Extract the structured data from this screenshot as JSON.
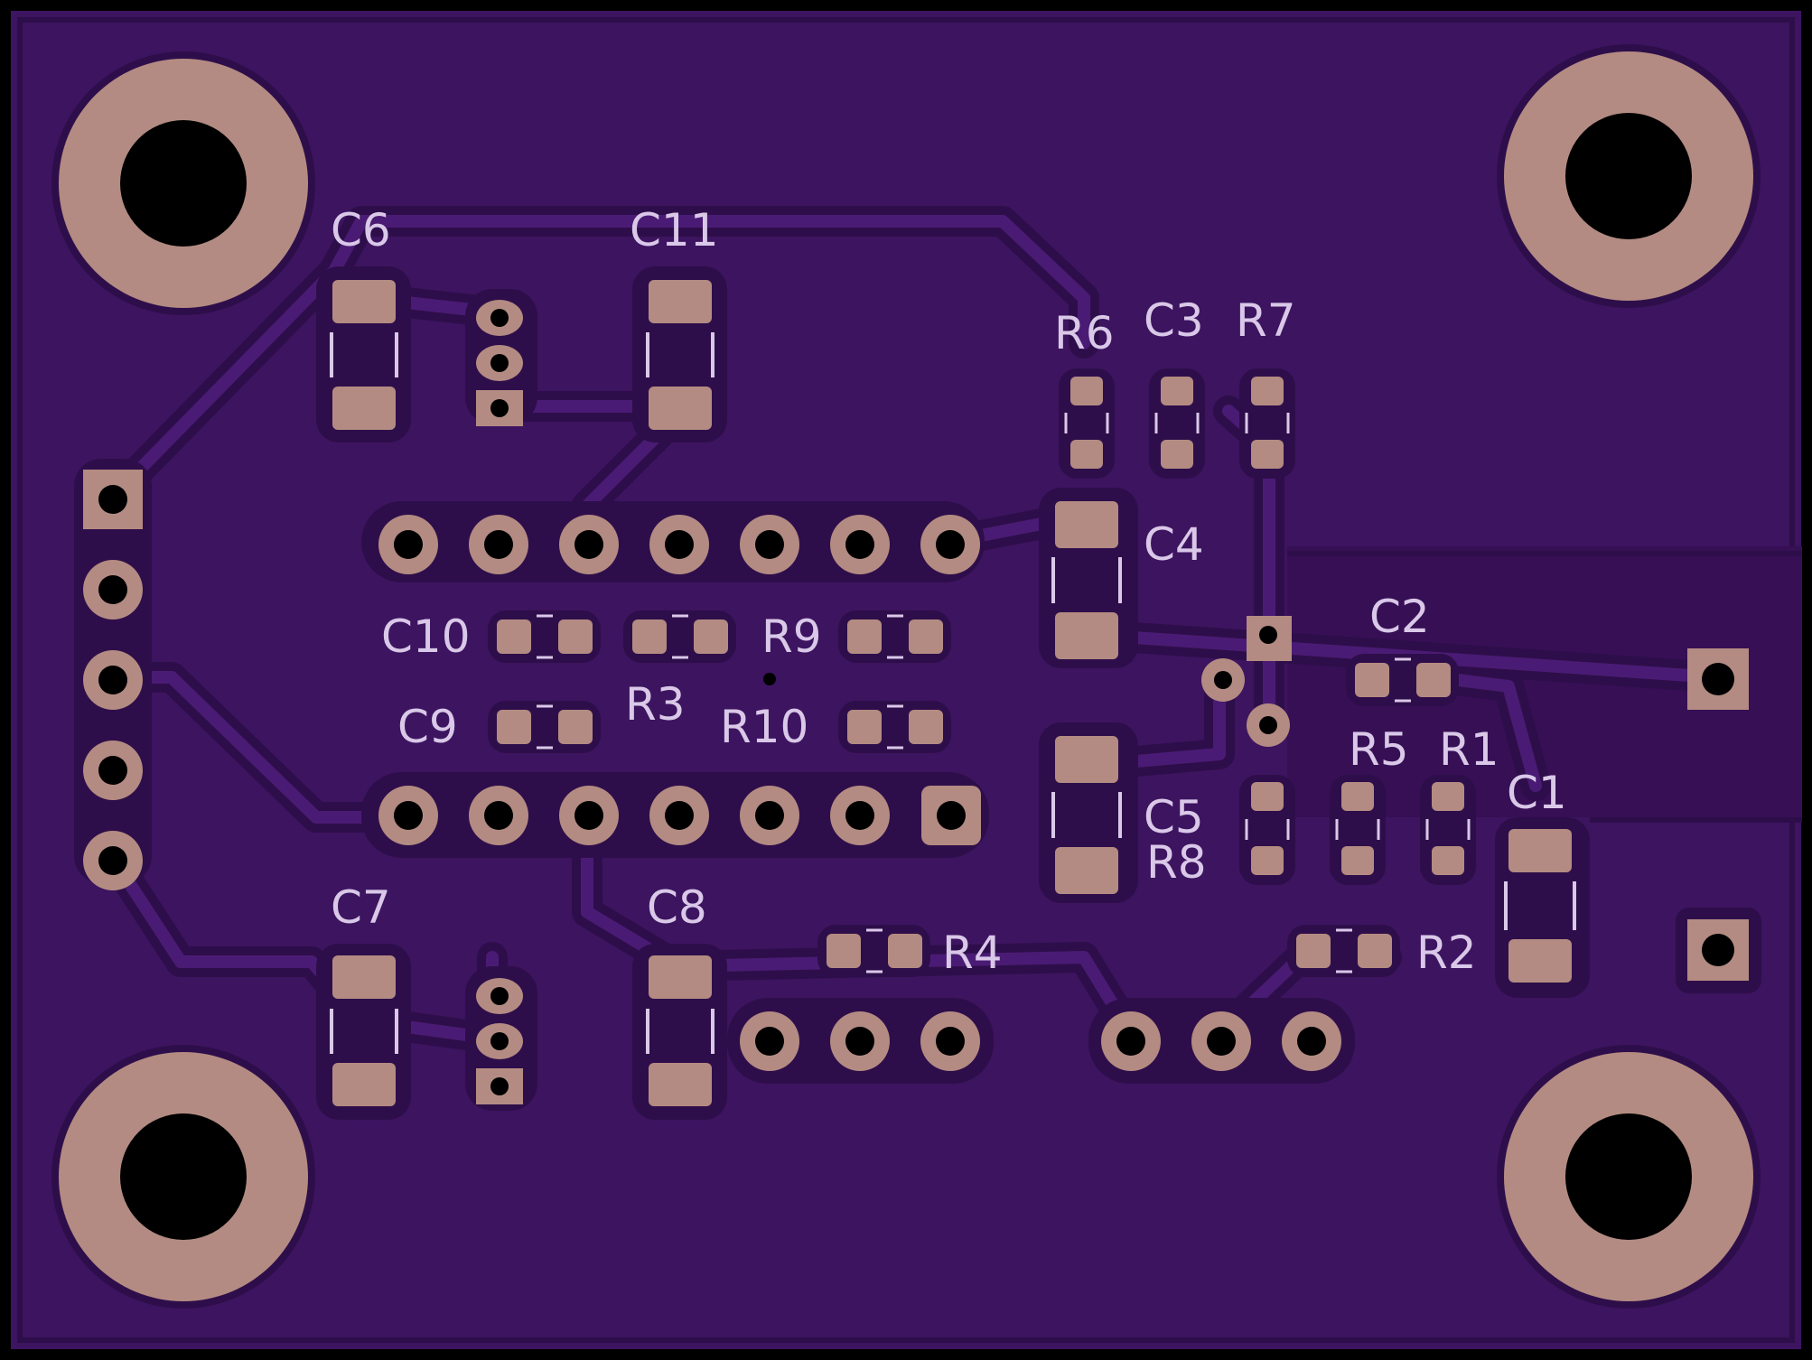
{
  "board": {
    "colors": {
      "substrate": "#3d1460",
      "copper": "#b38b82",
      "mask_clearance": "#2e0e4a",
      "trace": "#43186a",
      "silk": "#d9c8e8",
      "drill": "#000000"
    }
  },
  "labels": {
    "C6": "C6",
    "C11": "C11",
    "R6": "R6",
    "C3": "C3",
    "R7": "R7",
    "C4": "C4",
    "C10": "C10",
    "R9": "R9",
    "R3": "R3",
    "C2": "C2",
    "C9": "C9",
    "R10": "R10",
    "R5": "R5",
    "R1": "R1",
    "C1": "C1",
    "C5": "C5",
    "R8": "R8",
    "C7": "C7",
    "C8": "C8",
    "R4": "R4",
    "R2": "R2"
  }
}
